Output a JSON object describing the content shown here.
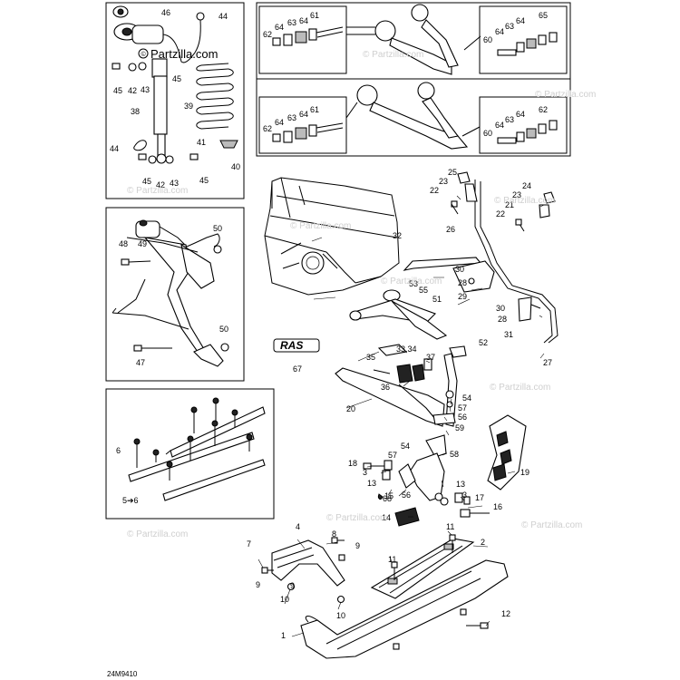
{
  "watermark": {
    "brand": "Partzilla.com",
    "faint": "© Partzilla.com"
  },
  "drawing_code": "24M9410",
  "logo_text": "RAS",
  "callouts": {
    "c46": "46",
    "c44a": "44",
    "c42a": "42",
    "c43a": "43",
    "c45a": "45",
    "c45b": "45",
    "c38": "38",
    "c39": "39",
    "c44b": "44",
    "c41": "41",
    "c40": "40",
    "c45c": "45",
    "c42b": "42",
    "c43b": "43",
    "c45d": "45",
    "c62a": "62",
    "c64a": "64",
    "c63a": "63",
    "c64b": "64",
    "c61a": "61",
    "c60a": "60",
    "c64c": "64",
    "c63b": "63",
    "c64d": "64",
    "c65": "65",
    "c62b": "62",
    "c64e": "64",
    "c63c": "63",
    "c64f": "64",
    "c61b": "61",
    "c60b": "60",
    "c64g": "64",
    "c63d": "63",
    "c64h": "64",
    "c62c": "62",
    "c50a": "50",
    "c48": "48",
    "c49": "49",
    "c50b": "50",
    "c47": "47",
    "c6a": "6",
    "c5to6": "5➔6",
    "c25": "25",
    "c23a": "23",
    "c22a": "22",
    "c24": "24",
    "c23b": "23",
    "c21": "21",
    "c22b": "22",
    "c32": "32",
    "c26": "26",
    "c30a": "30",
    "c28a": "28",
    "c29": "29",
    "c30b": "30",
    "c28b": "28",
    "c31": "31",
    "c53": "53",
    "c55": "55",
    "c51": "51",
    "c52": "52",
    "c27": "27",
    "c67": "67",
    "c35": "35",
    "c33_34": "33,34",
    "c37": "37",
    "c36": "36",
    "c20": "20",
    "c54a": "54",
    "c57a": "57",
    "c56a": "56",
    "c59": "59",
    "c54b": "54",
    "c58": "58",
    "c57b": "57",
    "c19": "19",
    "c18": "18",
    "c3a": "3",
    "c13a": "13",
    "c15": "15",
    "c68": "68",
    "c56b": "56",
    "c13b": "13",
    "c3b": "3",
    "c17": "17",
    "c16": "16",
    "c14": "14",
    "c4": "4",
    "c8": "8",
    "c9a": "9",
    "c7": "7",
    "c9b": "9",
    "c10a": "10",
    "c9c": "9",
    "c10b": "10",
    "c11a": "11",
    "c11b": "11",
    "c2": "2",
    "c12": "12",
    "c1": "1"
  }
}
